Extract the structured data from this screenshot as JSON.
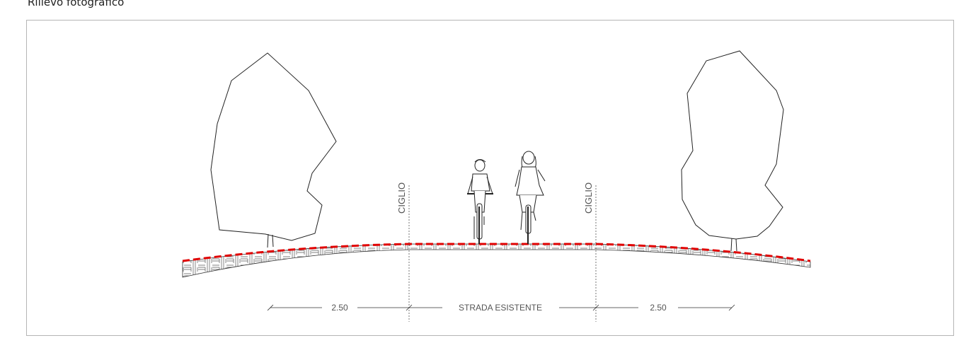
{
  "caption": "Rilievo fotografico",
  "section": {
    "edge_labels": [
      "CIGLIO",
      "CIGLIO"
    ],
    "dimensions": {
      "left_verge": "2.50",
      "carriageway": "STRADA ESISTENTE",
      "right_verge": "2.50"
    }
  },
  "colors": {
    "road_profile": "#e00000",
    "linework": "#222222",
    "frame": "#b5b5b5"
  }
}
